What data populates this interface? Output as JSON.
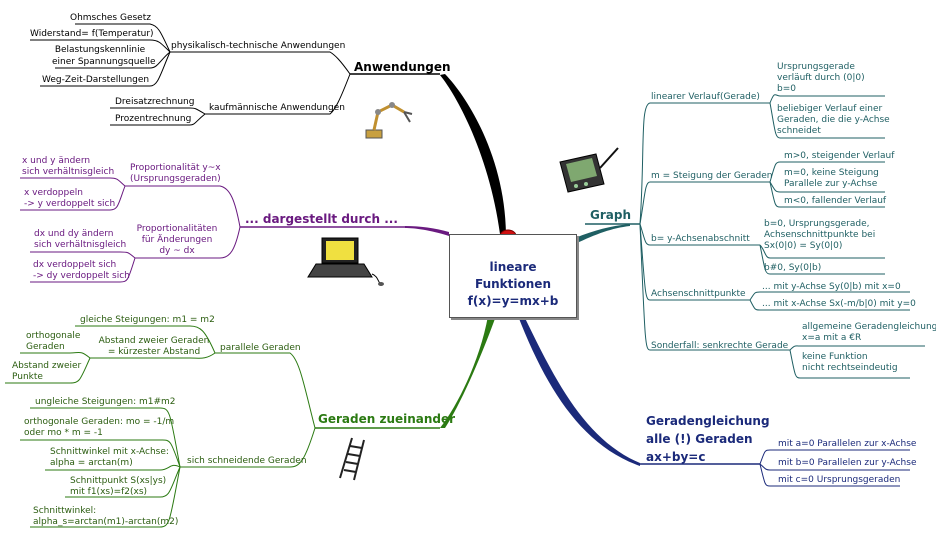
{
  "center": {
    "line1": "lineare Funktionen",
    "line2": "f(x)=y=mx+b"
  },
  "branches": {
    "anwendungen": {
      "title": "Anwendungen",
      "physik": {
        "label": "physikalisch-technische Anwendungen",
        "items": [
          "Ohmsches Gesetz",
          "Widerstand= f(Temperatur)",
          "Belastungskennlinie",
          "einer Spannungsquelle",
          "Weg-Zeit-Darstellungen"
        ]
      },
      "kaufm": {
        "label": "kaufmännische Anwendungen",
        "items": [
          "Dreisatzrechnung",
          "Prozentrechnung"
        ]
      }
    },
    "dargestellt": {
      "title": "... dargestellt durch ...",
      "prop1": {
        "label": [
          "Proportionalität  y~x",
          "(Ursprungsgeraden)"
        ],
        "items": [
          "x und y ändern",
          "sich verhältnisgleich",
          "x verdoppeln",
          "-> y verdoppelt sich"
        ]
      },
      "prop2": {
        "label": [
          "Proportionalitäten",
          "für Änderungen",
          "dy ~ dx"
        ],
        "items": [
          "dx und dy ändern",
          "sich verhältnisgleich",
          "dx verdoppelt sich",
          "-> dy verdoppelt sich"
        ]
      }
    },
    "geraden": {
      "title": "Geraden zueinander",
      "parallel": {
        "label": "parallele Geraden",
        "items": [
          "gleiche Steigungen: m1 = m2",
          "Abstand zweier Geraden",
          "= kürzester Abstand",
          "orthogonale",
          "Geraden",
          "Abstand zweier",
          "Punkte"
        ]
      },
      "schneidend": {
        "label": "sich schneidende Geraden",
        "items": [
          "ungleiche Steigungen: m1#m2",
          "orthogonale Geraden: mo = -1/m",
          "oder mo * m = -1",
          "Schnittwinkel mit x-Achse:",
          "alpha = arctan(m)",
          "Schnittpunkt S(xs|ys)",
          "mit f1(xs)=f2(xs)",
          "Schnittwinkel:",
          "alpha_s=arctan(m1)-arctan(m2)"
        ]
      }
    },
    "graph": {
      "title": "Graph",
      "linear": {
        "label": "linearer Verlauf(Gerade)",
        "items": [
          "Ursprungsgerade",
          "verläuft durch (0|0)",
          "b=0",
          "beliebiger Verlauf einer",
          "Geraden, die die y-Achse",
          "schneidet"
        ]
      },
      "steigung": {
        "label": "m = Steigung der Geraden",
        "items": [
          "m>0, steigender Verlauf",
          "m=0, keine Steigung",
          "Parallele zur y-Achse",
          "m<0, fallender Verlauf"
        ]
      },
      "yachse": {
        "label": "b= y-Achsenabschnitt",
        "items": [
          "b=0, Ursprungsgerade,",
          "Achsenschnittpunkte bei",
          "Sx(0|0) = Sy(0|0)",
          "b#0, Sy(0|b)"
        ]
      },
      "achsen": {
        "label": "Achsenschnittpunkte",
        "items": [
          "... mit y-Achse Sy(0|b) mit x=0",
          "... mit x-Achse Sx(-m/b|0) mit y=0"
        ]
      },
      "sonder": {
        "label": "Sonderfall: senkrechte Gerade",
        "items": [
          "allgemeine Geradengleichung",
          "x=a mit a €R",
          "keine Funktion",
          "nicht rechtseindeutig"
        ]
      }
    },
    "gleichung": {
      "title": [
        "Geradengleichung",
        "alle (!) Geraden",
        "ax+by=c"
      ],
      "items": [
        "mit a=0 Parallelen zur x-Achse",
        "mit b=0 Parallelen zur y-Achse",
        "mit c=0 Ursprungsgeraden"
      ]
    }
  },
  "icons": [
    "robot-arm-icon",
    "laptop-icon",
    "pda-icon",
    "ladder-icon"
  ],
  "colors": {
    "anwendungen": "#000000",
    "dargestellt": "#6a1a80",
    "geraden": "#2b7a12",
    "graph": "#1f5f63",
    "gleichung": "#1b2a7a",
    "center_dot": "#d01010"
  }
}
